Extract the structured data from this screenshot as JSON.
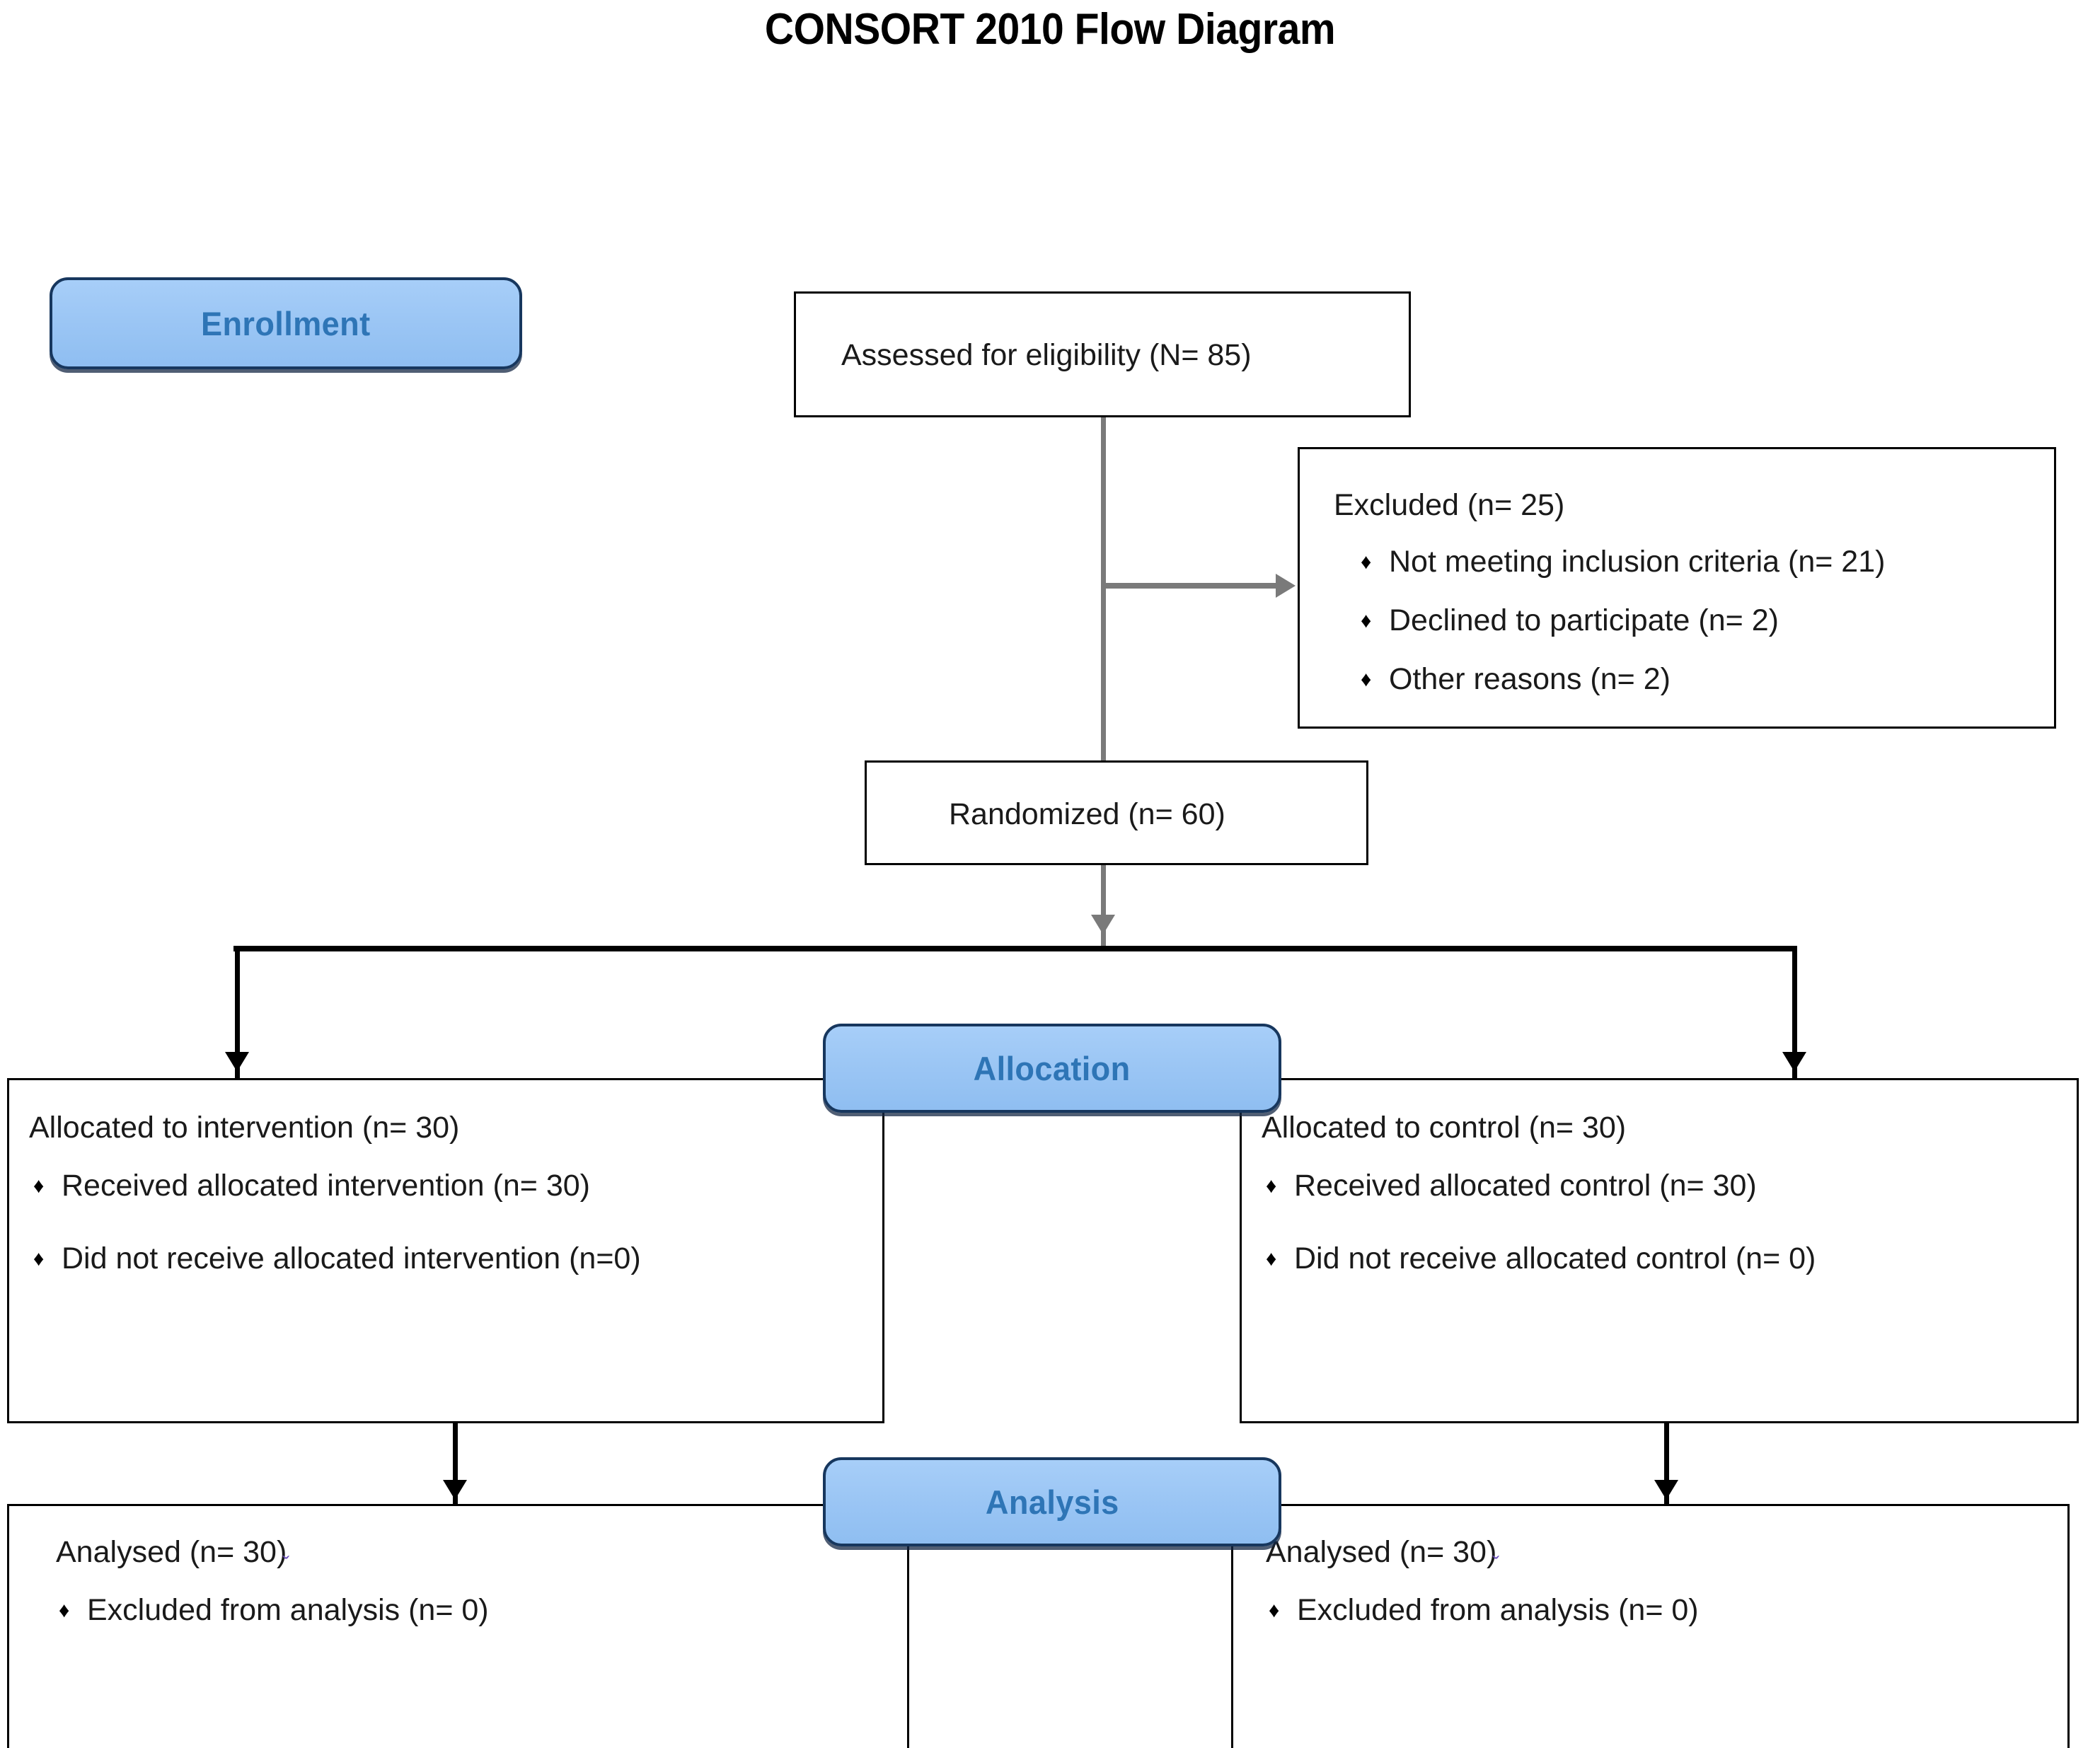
{
  "diagram": {
    "title": "CONSORT 2010 Flow Diagram",
    "type": "flowchart",
    "colors": {
      "badge_fill": "#9AC5F4",
      "badge_border": "#17375E",
      "badge_text": "#2E75B6",
      "box_border": "#000000",
      "box_fill": "#FFFFFF",
      "connector_gray": "#7A7A7A",
      "connector_black": "#000000",
      "artifact_mark": "#6B4FBB",
      "text": "#1A1A1A"
    }
  },
  "stages": {
    "enrollment": "Enrollment",
    "allocation": "Allocation",
    "analysis": "Analysis"
  },
  "nodes": {
    "assessed": {
      "text": "Assessed for eligibility (N= 85)"
    },
    "excluded": {
      "heading": "Excluded (n= 25)",
      "items": [
        "Not meeting inclusion criteria (n= 21)",
        "Declined to participate (n= 2)",
        "Other reasons (n= 2)"
      ]
    },
    "randomized": {
      "text": "Randomized (n= 60)"
    },
    "allocated_intervention": {
      "heading": "Allocated to intervention (n= 30)",
      "items": [
        "Received allocated intervention (n= 30)",
        "Did not receive allocated intervention (n=0)"
      ]
    },
    "allocated_control": {
      "heading": "Allocated to control (n= 30)",
      "items": [
        "Received allocated control (n= 30)",
        "Did not receive allocated control (n= 0)"
      ]
    },
    "analysed_intervention": {
      "heading": "Analysed (n= 30)",
      "artifact": "ˇ",
      "items": [
        "Excluded from analysis (n= 0)"
      ]
    },
    "analysed_control": {
      "heading": "Analysed (n= 30)",
      "artifact": "ˇ",
      "items": [
        "Excluded from analysis (n= 0)"
      ]
    }
  },
  "bullet_glyph": "♦"
}
